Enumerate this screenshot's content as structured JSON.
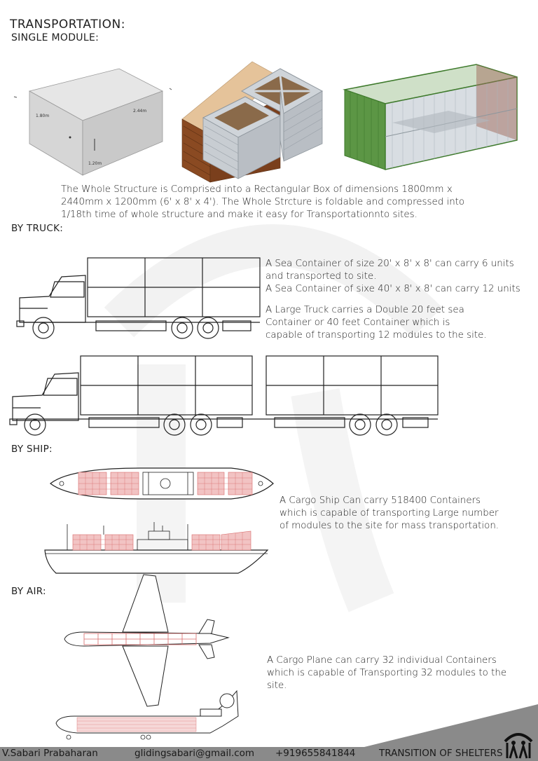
{
  "page_title": "TRANSPORTATION:",
  "subtitle": "SINGLE MODULE:",
  "module_box": {
    "dim_width": "1.80m",
    "dim_length": "2.44m",
    "dim_height": "1.20m"
  },
  "module_description": [
    "The Whole Structure is Comprised into a Rectangular Box of dimensions 1800mm x",
    "2440mm x 1200mm (6' x 8' x 4'). The Whole Strcture is foldable and compressed into",
    "1/18th time of whole structure and make it easy for Transportationnto sites."
  ],
  "truck": {
    "heading": "BY TRUCK:",
    "text1": [
      "A Sea Container of size 20' x 8' x 8' can carry 6 units",
      "and transported to site.",
      "A Sea Container of sixe 40' x 8' x 8' can carry  12 units"
    ],
    "text2": [
      "A Large Truck carries a Double 20 feet sea",
      "Container or 40 feet Container which is",
      "capable of transporting 12 modules to the site."
    ]
  },
  "ship": {
    "heading": "BY SHIP:",
    "text": [
      "A Cargo Ship Can carry 518400 Containers",
      "which is capable of transporting Large number",
      "of modules to the site for mass transportation."
    ]
  },
  "air": {
    "heading": "BY AIR:",
    "text": [
      "A Cargo Plane can carry 32 individual Containers",
      "which is capable of Transporting 32 modules to the",
      "site."
    ]
  },
  "footer": {
    "name": "V.Sabari Prabaharan",
    "email": "glidingsabari@gmail.com",
    "phone": "+919655841844",
    "title": "TRANSITION OF SHELTERS"
  },
  "colors": {
    "footer_band": "#8a8a8a",
    "container_green": "#4f8a3a",
    "wood": "#8a4a22",
    "ship_cargo": "#d86a6a"
  }
}
